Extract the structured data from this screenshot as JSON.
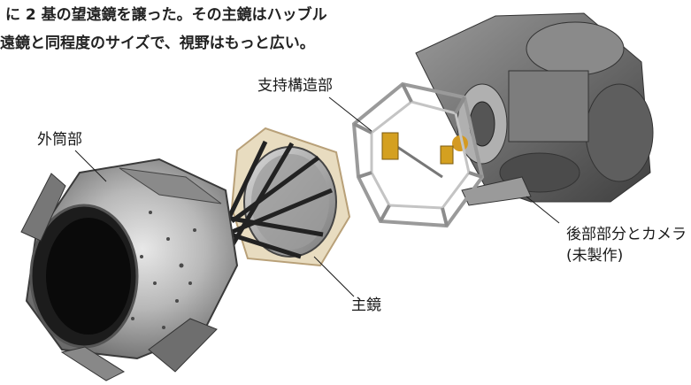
{
  "intro": {
    "line1": "に 2 基の望遠鏡を譲った。その主鏡はハッブル",
    "line2": "遠鏡と同程度のサイズで、視野はもっと広い。"
  },
  "labels": {
    "outer_tube": "外筒部",
    "support_structure": "支持構造部",
    "primary_mirror": "主鏡",
    "aft_camera_line1": "後部部分とカメラ",
    "aft_camera_line2": "(未製作)"
  }
}
